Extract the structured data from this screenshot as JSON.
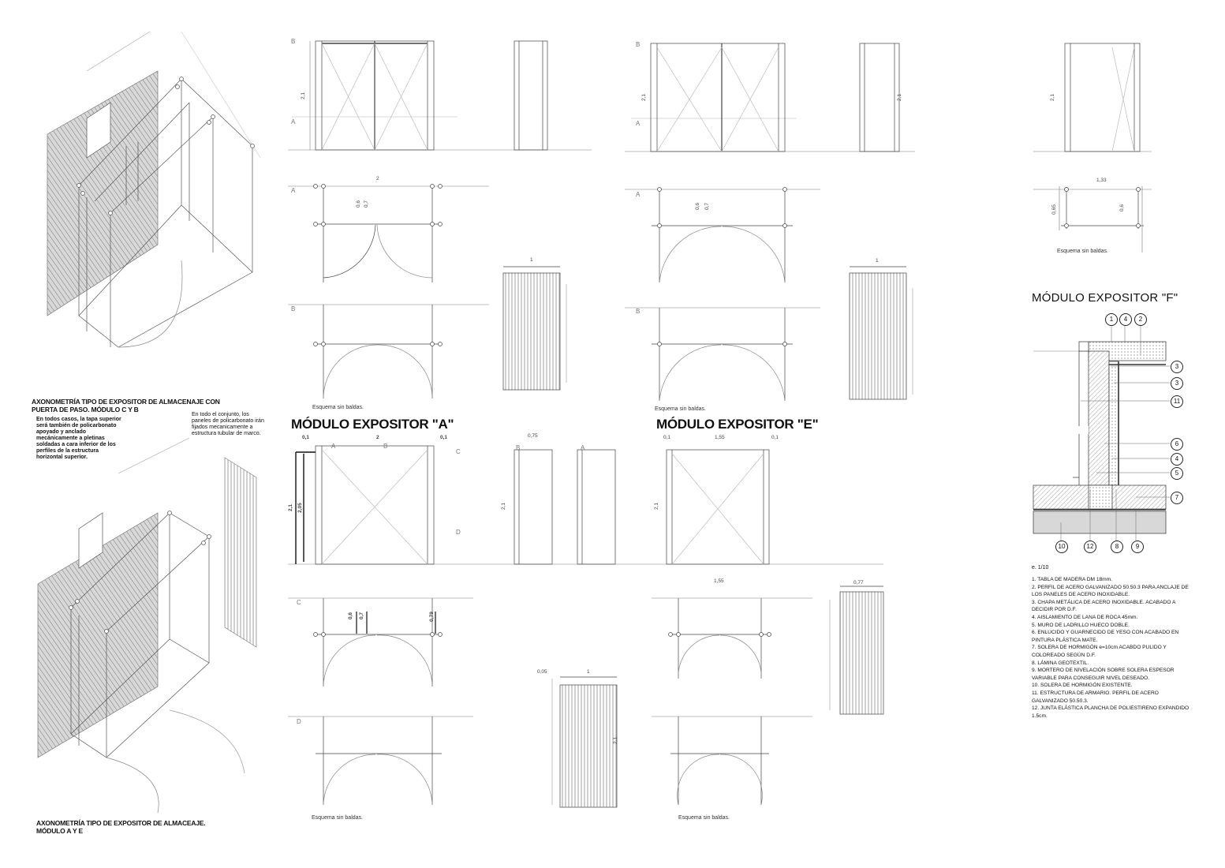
{
  "captions": {
    "axo_cb_title": "AXONOMETRÍA TIPO DE EXPOSITOR DE ALMACENAJE CON PUERTA DE PASO. MÓDULO C Y B",
    "axo_cb_note": "En todos casos, la tapa superior será también de policarbonato apoyado y anclado mecánicamente a pletinas soldadas a cara inferior de los perfiles de la estructura horizontal superior.",
    "axo_panels_note": "En todo el conjunto, los paneles de policarbonato irán fijados mecanicamente a estructura tubular de marco.",
    "axo_ae_title": "AXONOMETRÍA TIPO DE EXPOSITOR DE ALMACEAJE. MÓDULO A Y E"
  },
  "titles": {
    "module_a": "MÓDULO EXPOSITOR \"A\"",
    "module_e": "MÓDULO EXPOSITOR \"E\"",
    "module_f": "MÓDULO EXPOSITOR \"F\""
  },
  "notes": {
    "sin_baldas": "Esquema sin baldas."
  },
  "section_labels": {
    "a": "A",
    "b": "B",
    "c": "C",
    "d": "D"
  },
  "dimensions": {
    "h_2_1": "2,1",
    "h_2_05": "2,05",
    "w_2": "2",
    "w_1": "1",
    "w_0_1": "0,1",
    "w_0_75": "0,75",
    "w_1_55": "1,55",
    "w_0_77": "0,77",
    "w_1_33": "1,33",
    "d_0_6": "0,6",
    "d_0_7": "0,7",
    "d_0_65": "0,65",
    "d_0_79": "0,79",
    "d_0_05": "0,05"
  },
  "detail_f": {
    "scale": "e. 1/10",
    "callouts_top": [
      "1",
      "4",
      "2"
    ],
    "callouts_right": [
      "3",
      "3",
      "11",
      "6",
      "4",
      "5",
      "7"
    ],
    "callouts_bottom": [
      "10",
      "12",
      "8",
      "9"
    ],
    "legend": [
      "1.    TABLA DE MADERA DM 18mm.",
      "2.    PERFIL DE ACERO GALVANIZADO 50.50.3 PARA ANCLAJE DE LOS PANELES DE ACERO INOXIDABLE.",
      "3.    CHAPA METÁLICA DE ACERO INOXIDABLE. ACABADO A DECIDIR POR D.F.",
      "4.    AISLAMIENTO DE LANA DE ROCA 45mm.",
      "5.    MURO DE LADRILLO HUECO DOBLE.",
      "6.    ENLUCIDO Y GUARNECIDO DE YESO CON ACABADO EN PINTURA PLÁSTICA MATE.",
      "7.    SOLERA DE HORMIGÓN e=10cm ACABDO PULIDO Y COLOREADO SEGÚN D.F.",
      "8.    LÁMINA GEOTEXTIL.",
      "9.    MORTERO DE NIVELACIÓN SOBRE SOLERA ESPESOR VARIABLE PARA CONSEGUIR NIVEL DESEADO.",
      "10.  SOLERA DE HORMIGÓN EXISTENTE.",
      "11.  ESTRUCTURA DE ARMARIO. PERFIL DE ACERO GALVANIZADO 50.50.3.",
      "12.  JUNTA ELÁSTICA PLANCHA DE POLIESTIRENO EXPANDIDO 1.5cm."
    ]
  }
}
